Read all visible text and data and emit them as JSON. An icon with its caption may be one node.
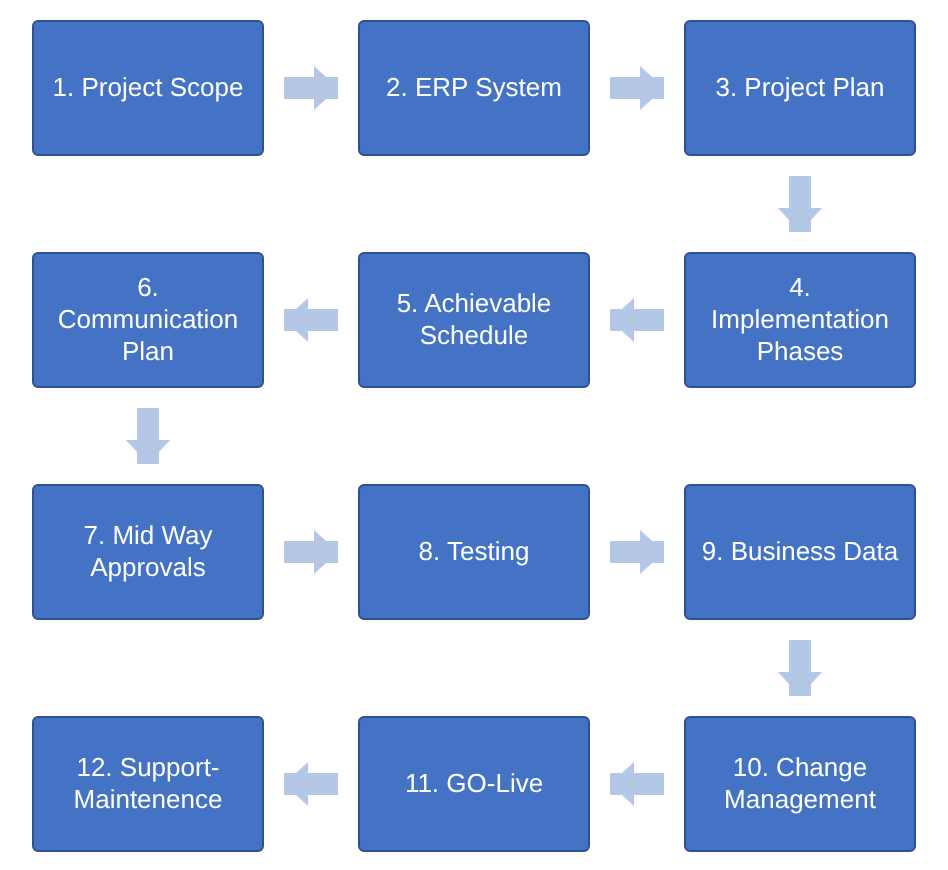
{
  "diagram": {
    "nodes": [
      {
        "text": [
          "1. Project Scope"
        ]
      },
      {
        "text": [
          "2. ERP System"
        ]
      },
      {
        "text": [
          "3. Project Plan"
        ]
      },
      {
        "text": [
          "4. Implementation Phases"
        ]
      },
      {
        "text": [
          "5. Achievable Schedule"
        ]
      },
      {
        "text": [
          "6. Communication Plan"
        ]
      },
      {
        "text": [
          "7. Mid Way Approvals"
        ]
      },
      {
        "text": [
          "8. Testing"
        ]
      },
      {
        "text": [
          "9. Business Data"
        ]
      },
      {
        "text": [
          "10. Change Management"
        ]
      },
      {
        "text": [
          "11. GO-Live"
        ]
      },
      {
        "text": [
          "12. Support-Maintenence"
        ]
      }
    ],
    "edges": [
      {
        "from": 0,
        "to": 1,
        "arrow": "to"
      },
      {
        "from": 1,
        "to": 2,
        "arrow": "to"
      },
      {
        "from": 2,
        "to": 3,
        "arrow": "to"
      },
      {
        "from": 3,
        "to": 4,
        "arrow": "to"
      },
      {
        "from": 4,
        "to": 5,
        "arrow": "to"
      },
      {
        "from": 5,
        "to": 6,
        "arrow": "to"
      },
      {
        "from": 6,
        "to": 7,
        "arrow": "to"
      },
      {
        "from": 7,
        "to": 8,
        "arrow": "to"
      },
      {
        "from": 8,
        "to": 9,
        "arrow": "to"
      },
      {
        "from": 9,
        "to": 10,
        "arrow": "to"
      },
      {
        "from": 10,
        "to": 11,
        "arrow": "to"
      }
    ]
  }
}
